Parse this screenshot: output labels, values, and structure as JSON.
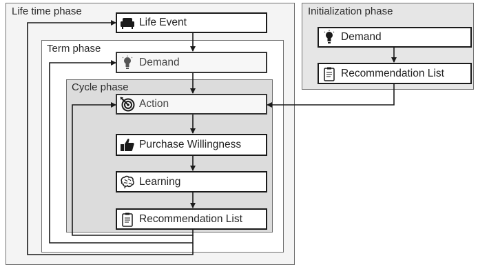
{
  "phases": {
    "lifetime": "Life time phase",
    "term": "Term phase",
    "cycle": "Cycle phase",
    "initialization": "Initialization phase"
  },
  "nodes": {
    "life_event": "Life Event",
    "term_demand": "Demand",
    "action": "Action",
    "purchase_willingness": "Purchase Willingness",
    "learning": "Learning",
    "cycle_recommendation": "Recommendation List",
    "init_demand": "Demand",
    "init_recommendation": "Recommendation List"
  },
  "icons": {
    "life_event": "sofa-icon",
    "term_demand": "lightbulb-icon",
    "action": "target-icon",
    "purchase_willingness": "thumbs-up-icon",
    "learning": "brain-icon",
    "cycle_recommendation": "clipboard-icon",
    "init_demand": "lightbulb-icon",
    "init_recommendation": "clipboard-icon"
  },
  "colors": {
    "lifetime_bg": "#f4f4f4",
    "term_bg": "#ffffff",
    "cycle_bg": "#dcdcdc",
    "init_bg": "#e6e6e6",
    "line": "#1a1a1a"
  }
}
